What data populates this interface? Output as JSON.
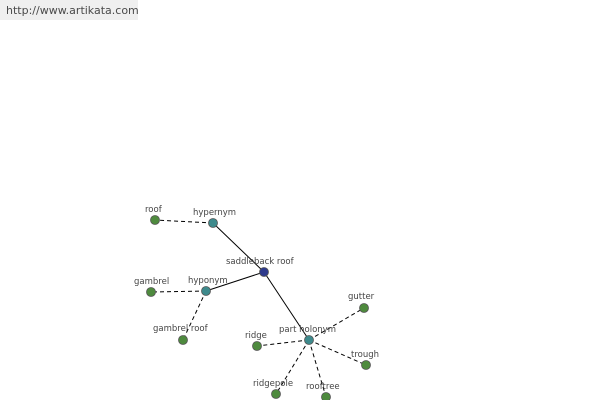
{
  "header": {
    "url": "http://www.artikata.com"
  },
  "colors": {
    "center": "#2e3a8c",
    "relation": "#3e8a8c",
    "leaf": "#4e8a3e",
    "edge": "#000000",
    "node_stroke": "#555555"
  },
  "graph": {
    "center": {
      "id": "saddleback_roof",
      "label": "saddleback roof"
    },
    "relations": [
      {
        "id": "hypernym",
        "label": "hypernym",
        "targets": [
          {
            "id": "roof",
            "label": "roof"
          }
        ]
      },
      {
        "id": "hyponym",
        "label": "hyponym",
        "targets": [
          {
            "id": "gambrel",
            "label": "gambrel"
          },
          {
            "id": "gambrel_roof",
            "label": "gambrel roof"
          }
        ]
      },
      {
        "id": "part_holonym",
        "label": "part holonym",
        "targets": [
          {
            "id": "gutter",
            "label": "gutter"
          },
          {
            "id": "ridge",
            "label": "ridge"
          },
          {
            "id": "trough",
            "label": "trough"
          },
          {
            "id": "ridgepole",
            "label": "ridgepole"
          },
          {
            "id": "rooftree",
            "label": "rooftree"
          }
        ]
      }
    ]
  }
}
